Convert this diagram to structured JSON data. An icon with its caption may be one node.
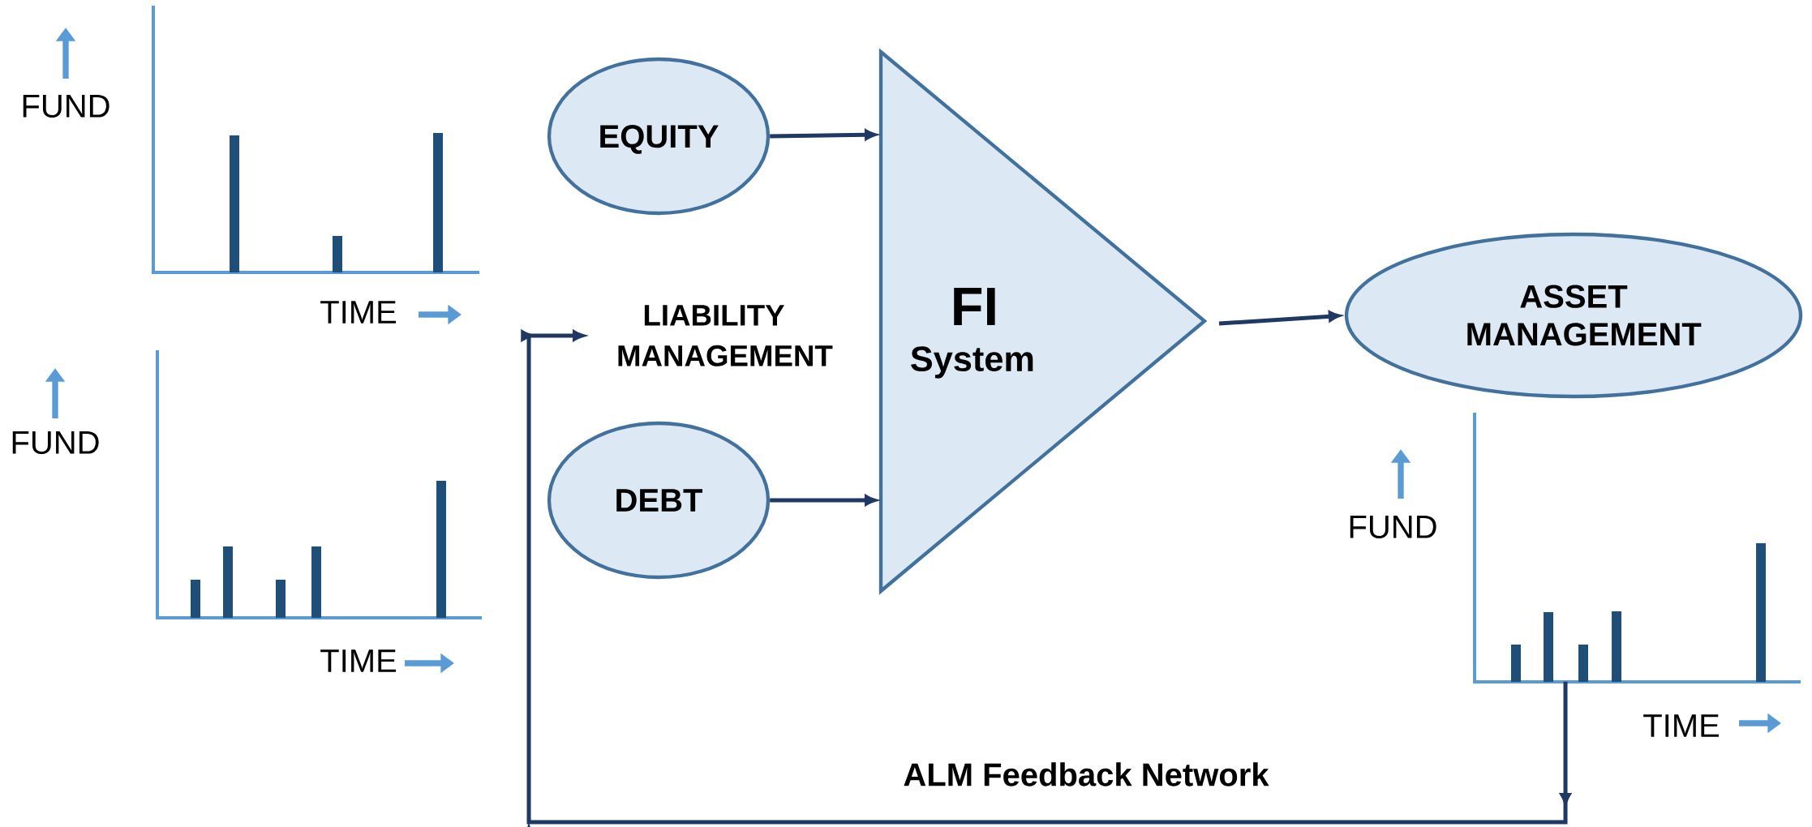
{
  "diagram": {
    "nodes": [
      {
        "text": [
          "EQUITY"
        ]
      },
      {
        "text": [
          "DEBT"
        ]
      },
      {
        "text": [
          "FI",
          "System"
        ]
      },
      {
        "text": [
          "ASSET MANAGEMENT"
        ]
      },
      {
        "text": [
          "LIABILITY MANAGEMENT"
        ]
      },
      {
        "text": [],
        "shape": "chart"
      }
    ],
    "edges": [
      {
        "from": 0,
        "to": 2,
        "arrow": "to"
      },
      {
        "from": 1,
        "to": 2,
        "arrow": "to"
      },
      {
        "from": 2,
        "to": 3,
        "arrow": "to"
      },
      {
        "from": 5,
        "to": 4,
        "arrow": "to",
        "label": "ALM Feedback Network"
      }
    ],
    "labels": [
      "FUND",
      "TIME",
      "FUND",
      "TIME",
      "FUND",
      "TIME"
    ]
  }
}
